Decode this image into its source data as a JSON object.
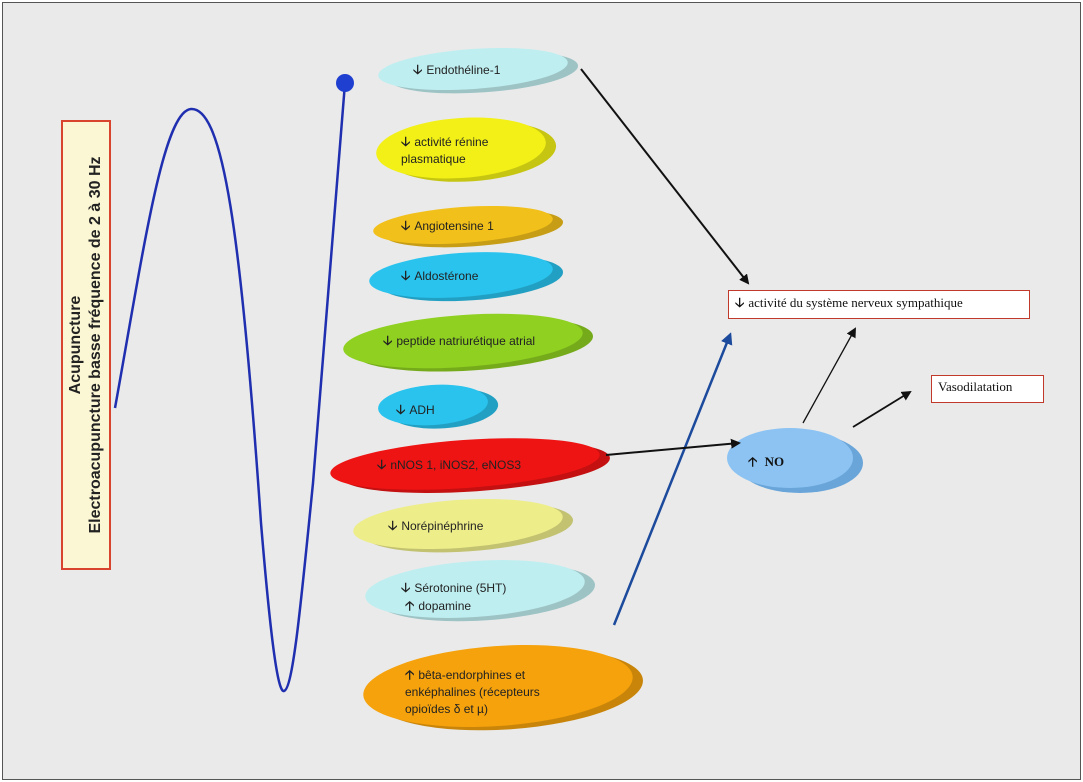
{
  "left_label": {
    "line1": "Acupuncture",
    "line2": "Electroacupuncture basse fréquence de 2 à 30 Hz"
  },
  "symbols": {
    "down": "🡣",
    "up": "🡡"
  },
  "factors": [
    {
      "id": "endotheline",
      "lines": [
        "Endothéline-1"
      ],
      "arrows": [
        "down"
      ],
      "color": "#bfeef0"
    },
    {
      "id": "renine",
      "lines": [
        "activité rénine",
        "plasmatique"
      ],
      "arrows": [
        "down",
        ""
      ],
      "color": "#f2f016"
    },
    {
      "id": "angiotensine",
      "lines": [
        "Angiotensine 1"
      ],
      "arrows": [
        "down"
      ],
      "color": "#f2c01a"
    },
    {
      "id": "aldosterone",
      "lines": [
        "Aldostérone"
      ],
      "arrows": [
        "down"
      ],
      "color": "#29c3ee"
    },
    {
      "id": "peptide",
      "lines": [
        "peptide natriurétique atrial"
      ],
      "arrows": [
        "down"
      ],
      "color": "#8fd021"
    },
    {
      "id": "adh",
      "lines": [
        "ADH"
      ],
      "arrows": [
        "down"
      ],
      "color": "#29c3ee"
    },
    {
      "id": "nos",
      "lines": [
        "nNOS 1, iNOS2, eNOS3"
      ],
      "arrows": [
        "down"
      ],
      "color": "#ef1414"
    },
    {
      "id": "norepinephrine",
      "lines": [
        "Norépinéphrine"
      ],
      "arrows": [
        "down"
      ],
      "color": "#eded8a"
    },
    {
      "id": "serotonine",
      "lines": [
        "Sérotonine (5HT)",
        "dopamine"
      ],
      "arrows": [
        "down",
        "up"
      ],
      "color": "#bfeef0"
    },
    {
      "id": "endorphines",
      "lines": [
        "bêta-endorphines et",
        "enképhalines (récepteurs",
        "opioïdes δ et µ)"
      ],
      "arrows": [
        "up",
        "",
        ""
      ],
      "color": "#f5a20c"
    }
  ],
  "no_node": {
    "label": "NO",
    "arrow": "up",
    "color": "#8cc3f2"
  },
  "sympathique_box": {
    "label": "activité du système nerveux sympathique",
    "arrow": "down"
  },
  "vasodilatation_box": {
    "label": "Vasodilatation"
  },
  "colors": {
    "wave": "#1f2fb0",
    "frame_bg": "#eaeaea",
    "box_border": "#c0392b",
    "label_bg": "#fbf6d3"
  }
}
